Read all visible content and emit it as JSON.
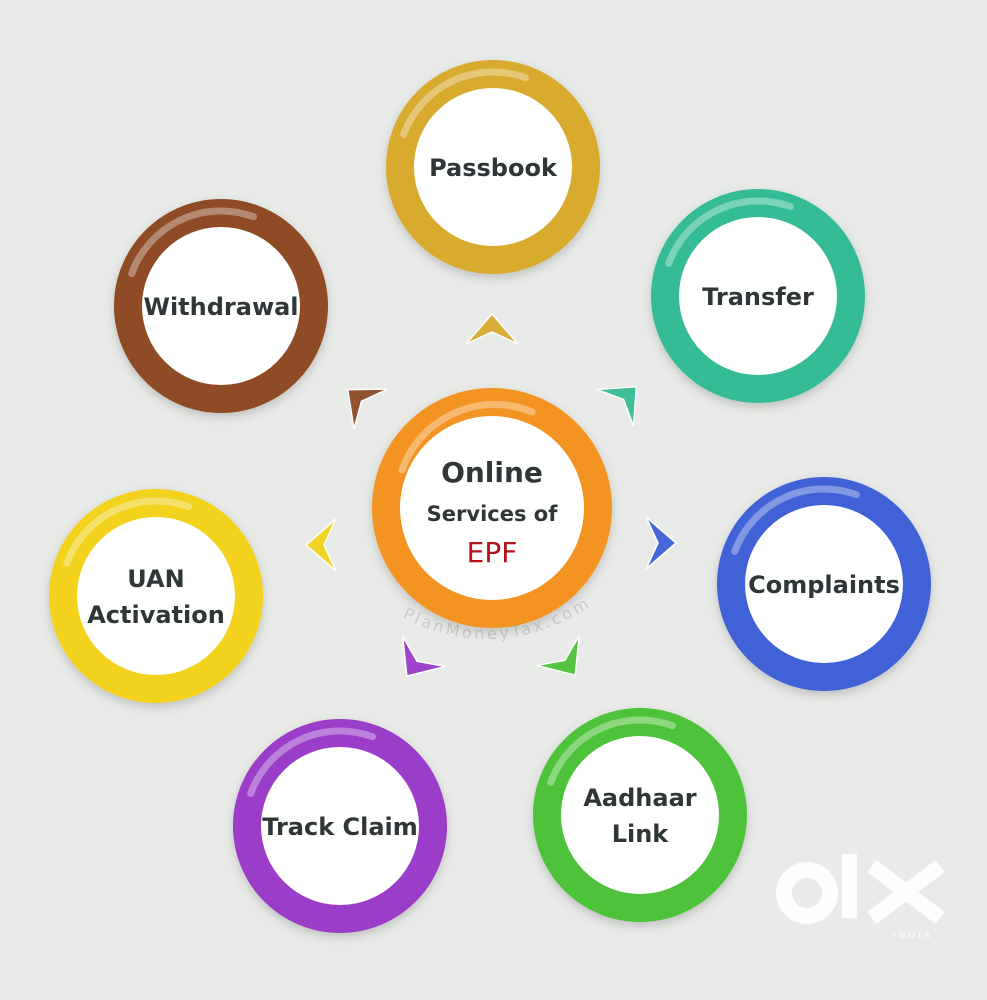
{
  "center": {
    "line1": "Online",
    "line2": "Services of",
    "line3": "EPF",
    "color": "#f39422",
    "highlight_color": "#b5121b"
  },
  "services": [
    {
      "id": "passbook",
      "lines": [
        "Passbook"
      ],
      "color": "#d8aa2e"
    },
    {
      "id": "transfer",
      "lines": [
        "Transfer"
      ],
      "color": "#36bc96"
    },
    {
      "id": "complaints",
      "lines": [
        "Complaints"
      ],
      "color": "#3f62d6"
    },
    {
      "id": "aadhaar",
      "lines": [
        "Aadhaar",
        "Link"
      ],
      "color": "#4fc23a"
    },
    {
      "id": "track",
      "lines": [
        "Track Claim"
      ],
      "color": "#9a3cc8"
    },
    {
      "id": "uan",
      "lines": [
        "UAN",
        "Activation"
      ],
      "color": "#f2d21e"
    },
    {
      "id": "withdrawal",
      "lines": [
        "Withdrawal"
      ],
      "color": "#8e4b27"
    }
  ],
  "watermark": "PlanMoneyTax.com",
  "logo": {
    "text": "OLX",
    "subtext": "INDIA"
  }
}
